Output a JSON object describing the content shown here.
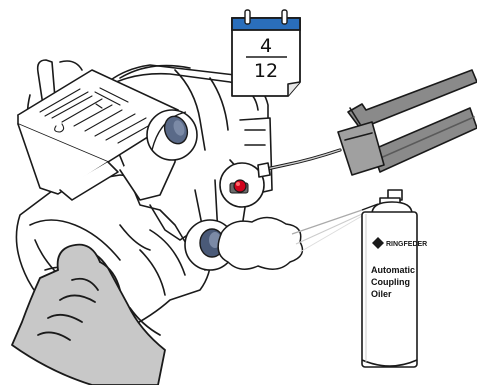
{
  "calendar": {
    "interval_numerator": "4",
    "interval_denominator": "12",
    "icon": "calendar-icon"
  },
  "spray_can": {
    "brand": "RINGFEDER",
    "label_line1": "Automatic",
    "label_line2": "Coupling",
    "label_line3": "Oiler"
  },
  "colors": {
    "line": "#1a1a1a",
    "grey_fill": "#c8c8c8",
    "dark_grey": "#6a6a6a",
    "grease_nipple": "#d0021b",
    "pin_blue": "#4a5a78"
  }
}
